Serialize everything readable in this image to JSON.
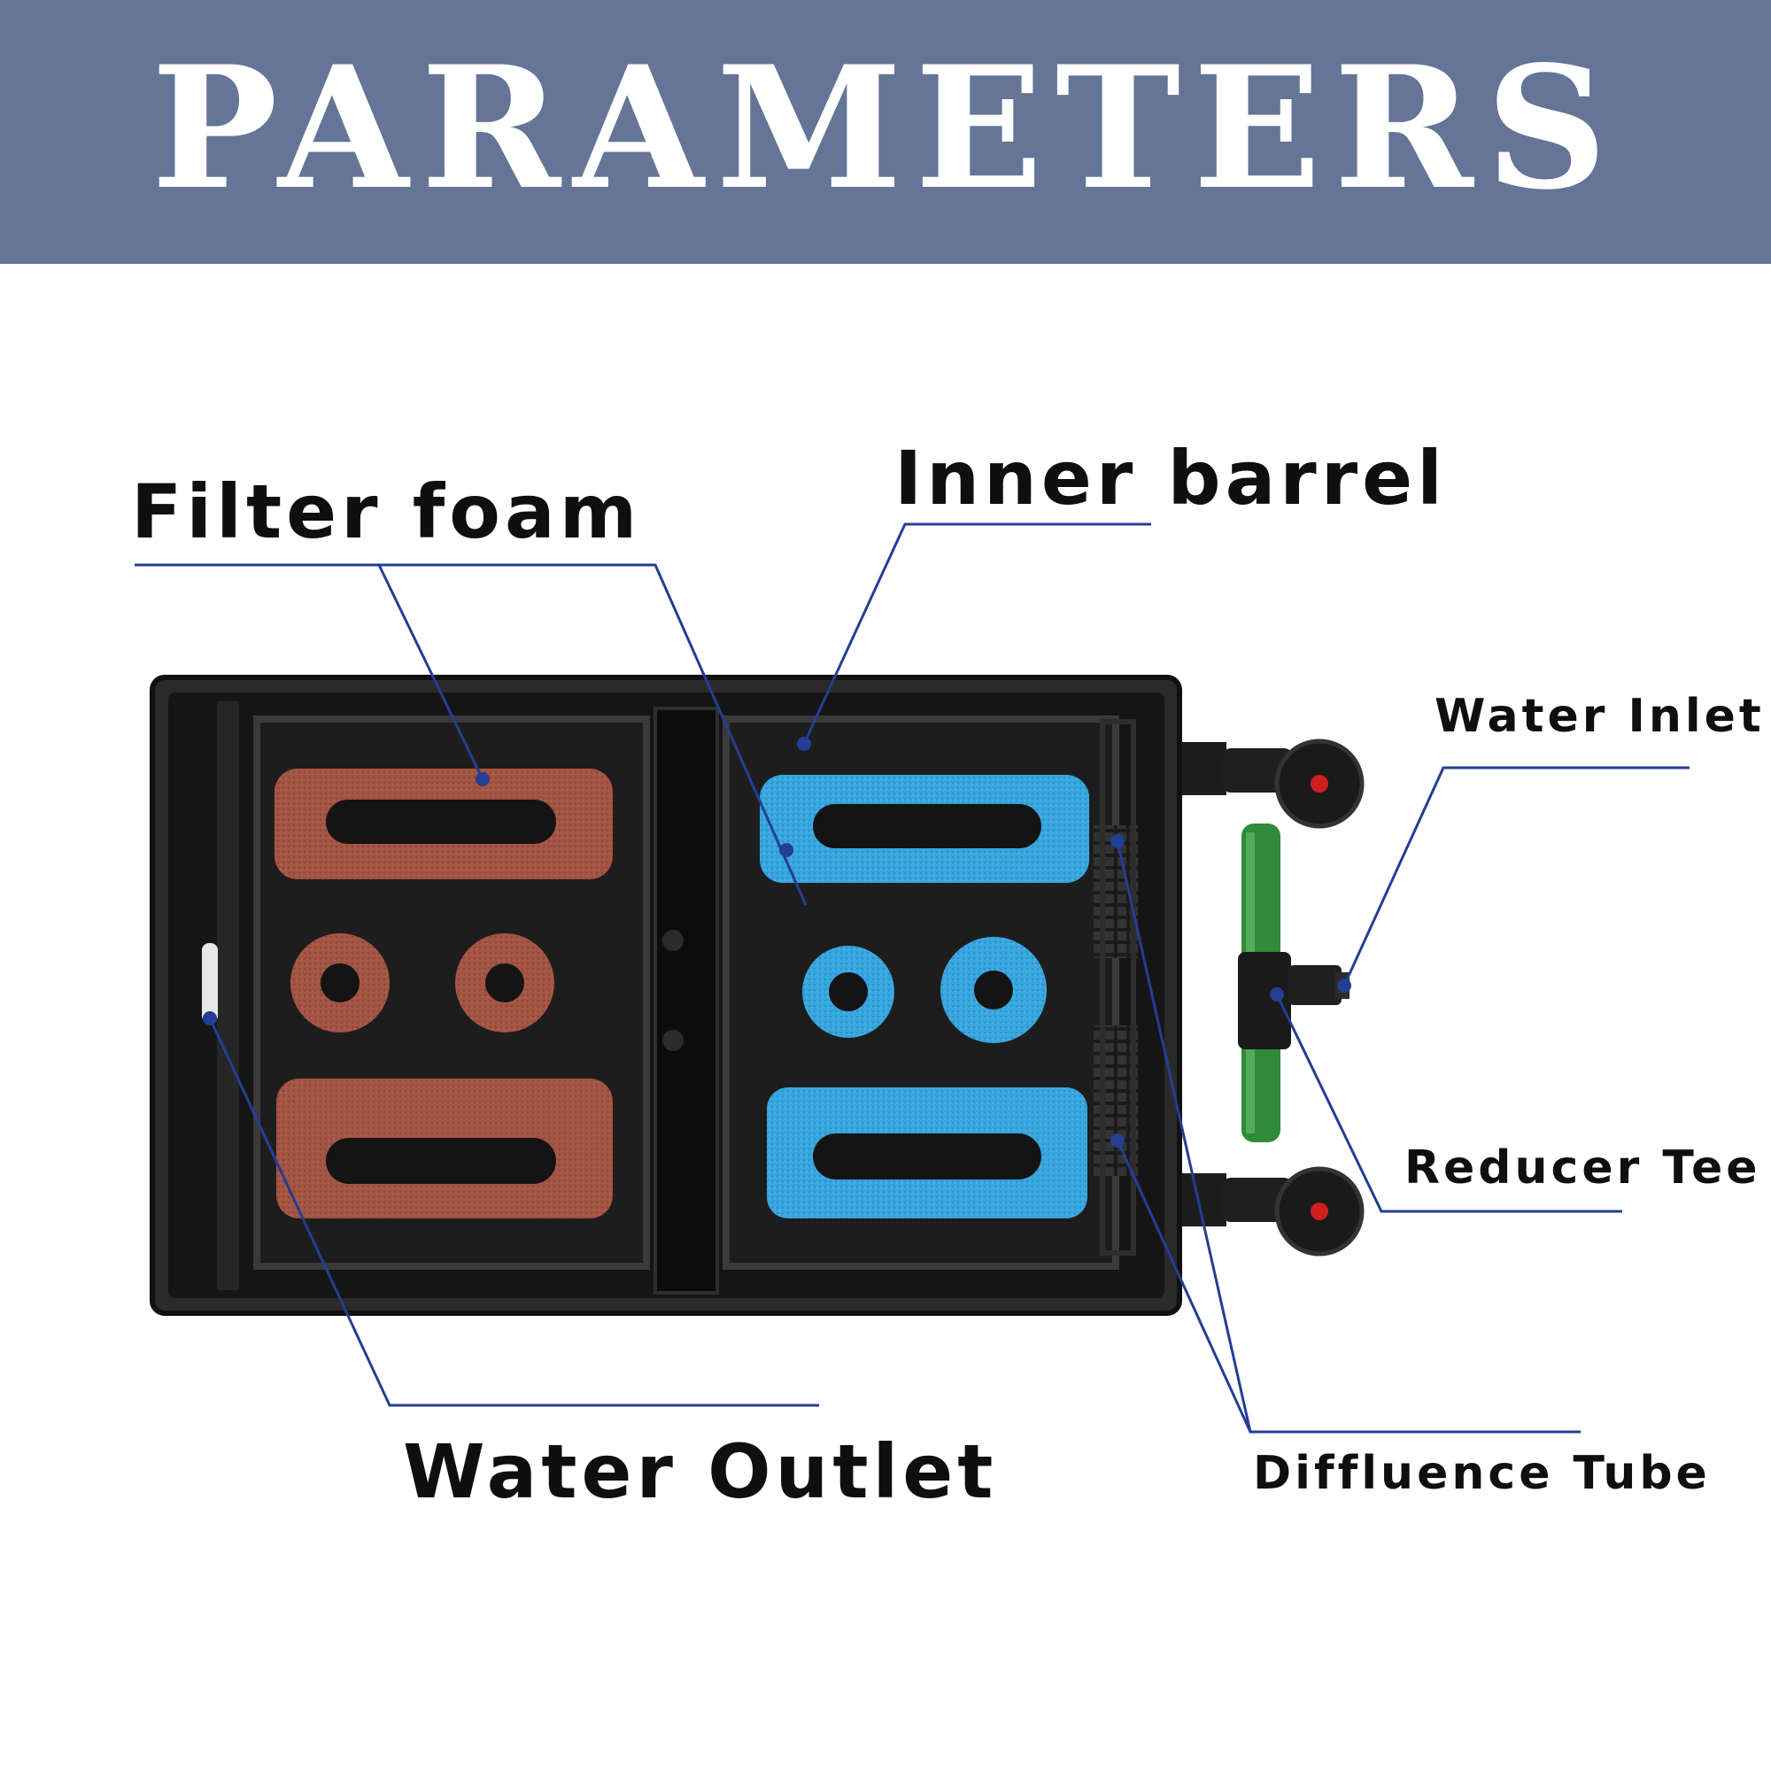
{
  "header": {
    "title": "PARAMETERS"
  },
  "labels": {
    "filter_foam": "Filter foam",
    "inner_barrel": "Inner barrel",
    "water_inlet": "Water Inlet",
    "reducer_tee": "Reducer Tee",
    "water_outlet": "Water Outlet",
    "diffluence_tube": "Diffluence Tube"
  },
  "colors": {
    "banner": "#647597",
    "leader_line": "#233e94",
    "red_foam": "#a45443",
    "blue_foam": "#3aa8df",
    "housing": "#262626",
    "green_tube": "#2f8a3a"
  },
  "icons": [
    "filter-box-image"
  ]
}
